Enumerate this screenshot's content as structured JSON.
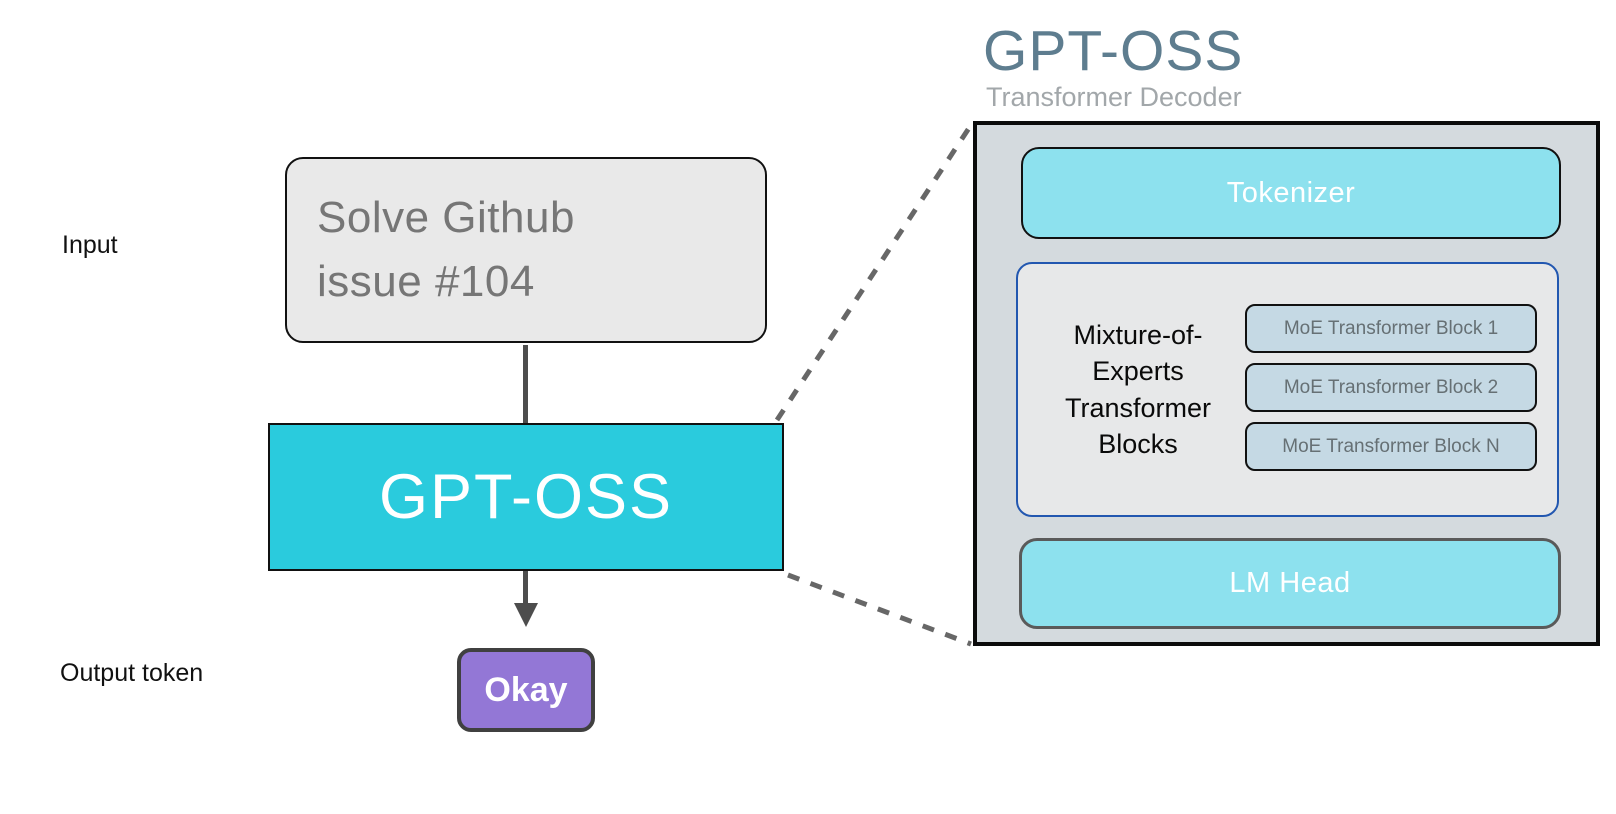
{
  "colors": {
    "cyan_accent": "#2acbdd",
    "light_cyan_box": "#8de1ee",
    "moe_block_blue": "#c5d9e4",
    "panel_background": "#d4dade",
    "moe_container_background": "#e7e8e9",
    "moe_container_border_blue": "#2257b0",
    "output_purple": "#9377d6",
    "input_box_gray": "#e9e9e9",
    "title_slate_blue": "#5e7d8f",
    "subtitle_gray": "#a2a7aa",
    "connector_gray": "#4d4d4d"
  },
  "left_flow": {
    "input_label": "Input",
    "input_box_line1": "Solve Github",
    "input_box_line2": "issue #104",
    "model_label": "GPT-OSS",
    "output_token_label": "Output token",
    "output_value": "Okay"
  },
  "detail_panel": {
    "title": "GPT-OSS",
    "subtitle": "Transformer Decoder",
    "tokenizer_label": "Tokenizer",
    "moe": {
      "label_lines": [
        "Mixture-of-",
        "Experts",
        "Transformer",
        "Blocks"
      ],
      "blocks": [
        "MoE Transformer Block 1",
        "MoE Transformer Block 2",
        "MoE Transformer Block N"
      ]
    },
    "lm_head_label": "LM Head"
  }
}
